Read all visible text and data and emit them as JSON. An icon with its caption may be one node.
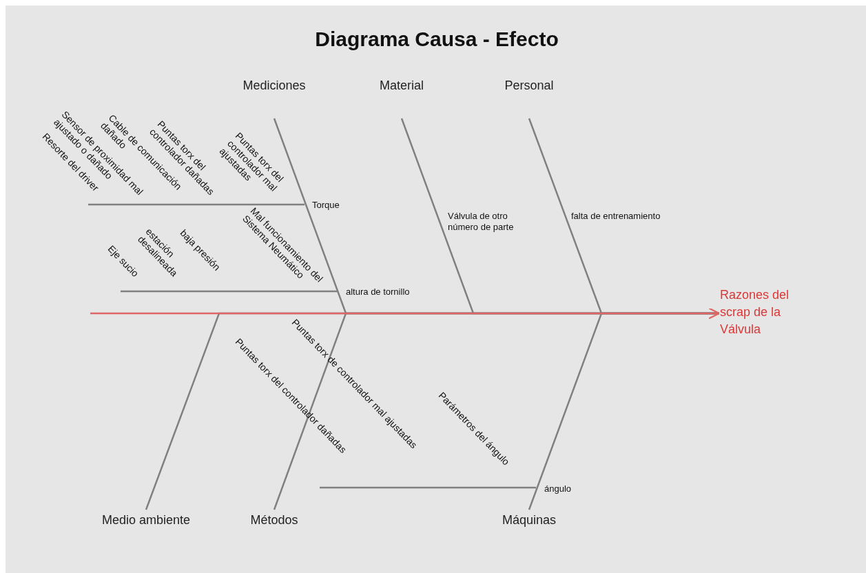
{
  "diagram": {
    "title": "Diagrama Causa - Efecto",
    "nodes": [
      {
        "text": [
          "Mediciones"
        ]
      },
      {
        "text": [
          "Material"
        ]
      },
      {
        "text": [
          "Personal"
        ]
      },
      {
        "text": [
          "Medio ambiente"
        ]
      },
      {
        "text": [
          "Métodos"
        ]
      },
      {
        "text": [
          "Máquinas"
        ]
      },
      {
        "text": [
          "Razones del scrap de la Válvula"
        ]
      }
    ],
    "edges": [
      {
        "from": 0,
        "to": 6,
        "arrow": "none"
      },
      {
        "from": 1,
        "to": 6,
        "arrow": "none"
      },
      {
        "from": 2,
        "to": 6,
        "arrow": "none"
      },
      {
        "from": 3,
        "to": 6,
        "arrow": "none"
      },
      {
        "from": 4,
        "to": 6,
        "arrow": "none"
      },
      {
        "from": 5,
        "to": 6,
        "arrow": "none"
      },
      {
        "from": null,
        "to": 6,
        "arrow": "to",
        "color": "#e06666"
      }
    ],
    "labels": [
      "Resorte del driver",
      "Sensor de proximidad mal ajustado o dañado",
      "Cable de comunicación dañado",
      "Puntas torx del controlador dañadas",
      "Puntas torx del controlador mal ajustadas",
      "Torque",
      "Eje sucio",
      "estación desalineada",
      "baja presión",
      "Mal funcionamiento del Sistema Neumático",
      "altura de tornillo",
      "Válvula de otro número de parte",
      "falta de entrenamiento",
      "Puntas torx del controlador dañadas",
      "Puntas torx de controlador mal ajustadas",
      "Parámetros del ángulo",
      "ángulo"
    ]
  }
}
